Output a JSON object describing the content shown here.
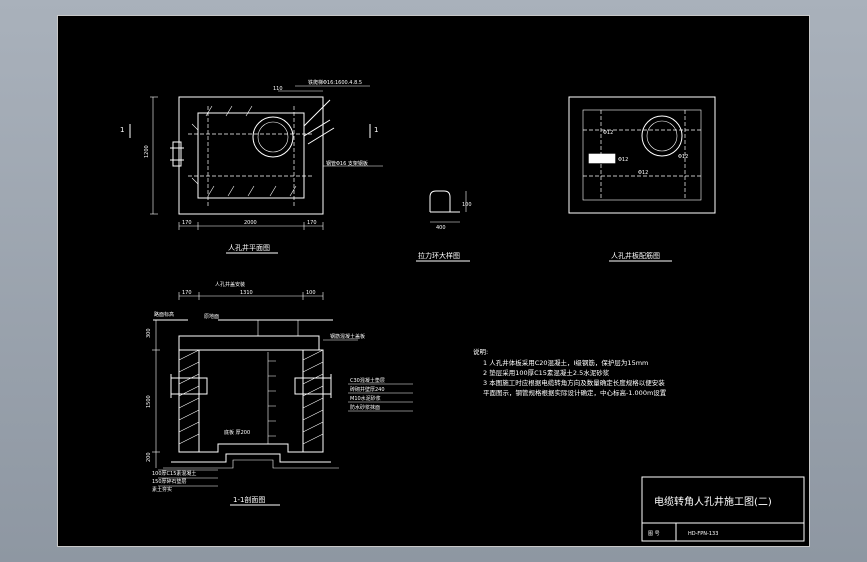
{
  "section_marks": {
    "left": "1",
    "right": "1"
  },
  "plan": {
    "title": "人孔井平面图",
    "dims": {
      "top_left": "110",
      "total_width": "2000",
      "left_margin": "170",
      "right_margin": "170",
      "height": "1200"
    },
    "callouts": {
      "top": "铁爬梯Φ16:1600.4.8.5",
      "right": "钢管Φ16 支架钢板"
    }
  },
  "hook": {
    "title": "拉力环大样图",
    "dims": {
      "length": "400",
      "height": "100"
    }
  },
  "rebar": {
    "title": "人孔井板配筋图",
    "labels": [
      "Φ12",
      "Φ12",
      "Φ12",
      "Φ12"
    ]
  },
  "section": {
    "title": "1-1剖面图",
    "top_callout": "人孔井盖安装",
    "top_dims": [
      "170",
      "1310",
      "100"
    ],
    "left_labels": [
      "路面标高",
      "原地面"
    ],
    "right_callout": "钢筋混凝土盖板",
    "layer_labels": [
      "C30混凝土垫层",
      "砖砌井壁厚240",
      "M10水泥砂浆",
      "防水砂浆抹面"
    ],
    "bottom_label": "底板 厚200",
    "base_labels": [
      "100厚C15素混凝土",
      "150厚碎石垫层",
      "素土夯实"
    ],
    "side_dims": [
      "300",
      "1500",
      "200"
    ]
  },
  "notes": {
    "heading": "说明:",
    "lines": [
      "1  人孔井体板采用C20混凝土，I级钢筋，保护层为15mm",
      "2  垫层采用100厚C15素混凝土2.5水泥砂浆",
      "3  本图施工时应根据电缆转角方向及数量确定长度规格以便安装",
      "平面图示，钢管规格根据实际设计确定，中心标高-1.000m设置"
    ]
  },
  "title_block": {
    "title": "电缆转角人孔井施工图(二)",
    "label_no": "图  号",
    "drawing_no": "HD-FPN-133"
  }
}
